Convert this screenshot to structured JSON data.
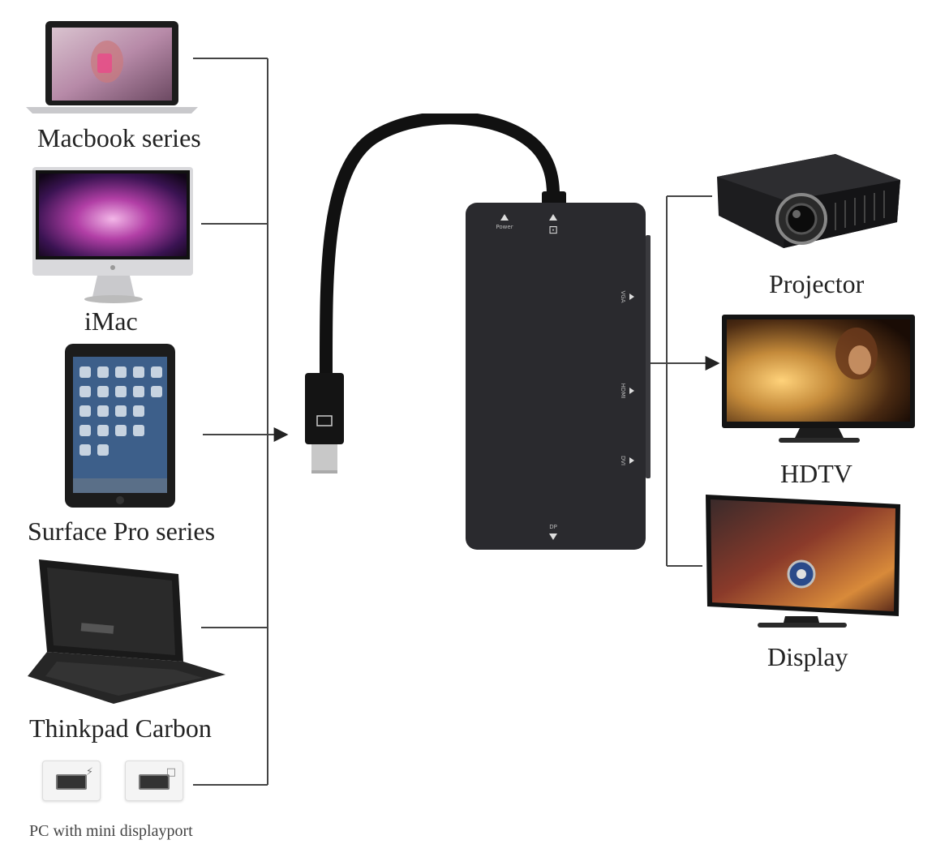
{
  "sources": [
    {
      "id": "macbook",
      "label": "Macbook  series",
      "icon": "laptop-icon"
    },
    {
      "id": "imac",
      "label": "iMac",
      "icon": "monitor-icon"
    },
    {
      "id": "surface",
      "label": "Surface Pro series",
      "icon": "tablet-icon"
    },
    {
      "id": "thinkpad",
      "label": "Thinkpad  Carbon",
      "icon": "laptop-icon"
    }
  ],
  "source_footer": "PC with mini displayport",
  "port_marks": [
    "⚡",
    "□"
  ],
  "adapter": {
    "ports": [
      "Power",
      "VGA",
      "HDMI",
      "DVI",
      "DP"
    ]
  },
  "outputs": [
    {
      "id": "projector",
      "label": "Projector",
      "icon": "projector-icon"
    },
    {
      "id": "hdtv",
      "label": "HDTV",
      "icon": "tv-icon"
    },
    {
      "id": "display",
      "label": "Display",
      "icon": "display-icon"
    }
  ],
  "colors": {
    "line": "#444444",
    "device_dark": "#1c1c1c",
    "adapter_body": "#2a2a2e",
    "screen_macbook": "#b78aa8",
    "screen_imac": "#7a2a8f",
    "screen_hdtv": "#c48a3a",
    "screen_display": "#8a3a2a"
  }
}
